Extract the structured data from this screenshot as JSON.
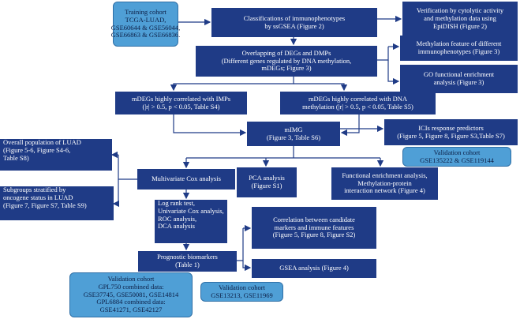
{
  "boxes": {
    "training": [
      "Training cohort",
      "TCGA-LUAD,",
      "GSE60644 & GSE56044,",
      "GSE66863 & GSE66836."
    ],
    "classification": [
      "Classifications of immunophenotypes",
      "by ssGSEA (Figure 2)"
    ],
    "verification": [
      "Verification by cytolytic activity",
      "and methylation data using",
      "EpiDISH (Figure 2)"
    ],
    "overlap": [
      "Overlapping of DEGs and DMPs",
      "(Different genes regulated by DNA methylation,",
      "mDEGs; Figure 3)"
    ],
    "methylation_feature": [
      "Methylation feature of different",
      "immunophenotypes (Figure 3)"
    ],
    "go": [
      "GO functional enrichment",
      "analysis (Figure 3)"
    ],
    "imps": [
      "mDEGs highly correlated with IMPs",
      "(|r| > 0.5, p < 0.05, Table S4)"
    ],
    "dna_meth": [
      "mDEGs highly correlated with DNA",
      "methylation (|r| > 0.5, p < 0.05, Table S5)"
    ],
    "mimg": [
      "mIMG",
      "(Figure 3, Table S6)"
    ],
    "ics": [
      "ICIs response predictors",
      "(Figure 5, Figure 8, Figure S3,Table S7)"
    ],
    "validation1": [
      "Validation cohort",
      "GSE135222 & GSE119144"
    ],
    "overall": [
      "Overall population of LUAD",
      "(Figure 5-6, Figure S4-6,",
      "Table S8)"
    ],
    "subgroups": [
      "Subgroups stratified by",
      "oncogene status in LUAD",
      "(Figure 7, Figure S7, Table S9)"
    ],
    "multivariate": [
      "Multivariate Cox analysis"
    ],
    "pca": [
      "PCA analysis",
      "(Figure S1)"
    ],
    "functional": [
      "Functional enrichment analysis,",
      "Methylation-protein",
      "interaction network (Figure 4)"
    ],
    "logrank": [
      "Log rank test,",
      "Univariate Cox analysis,",
      "ROC analysis,",
      "DCA analysis"
    ],
    "correlation": [
      "Correlation between candidate",
      "markers and immune features",
      "(Figure 5, Figure 8, Figure S2)"
    ],
    "prognostic": [
      "Prognostic biomarkers",
      "(Table 1)"
    ],
    "gsea": [
      "GSEA analysis (Figure 4)"
    ],
    "validation2": [
      "Validation cohort",
      "GPL750 combined data:",
      "GSE37745, GSE50081, GSE14814",
      "GPL6884 combined data:",
      "GSE41271, GSE42127"
    ],
    "validation3": [
      "Validation cohort",
      "GSE13213, GSE11969"
    ]
  },
  "colors": {
    "dark": "#1f3b86",
    "light": "#4f9fd6",
    "arrow": "#1f3b86"
  }
}
